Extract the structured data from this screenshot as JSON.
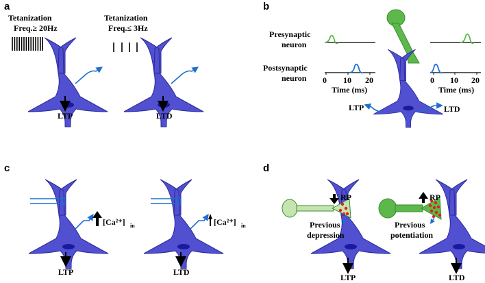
{
  "colors": {
    "neuron_fill": "#5050d0",
    "neuron_stroke": "#2a2a9a",
    "nucleus": "#1a1aa0",
    "axon_blue": "#1e6fd0",
    "syn_green": "#5cb84a",
    "syn_green_dark": "#3c8e32",
    "syn_green_light": "#c6e4b0",
    "dot_red": "#e02020"
  },
  "panels": {
    "a": {
      "label": "a",
      "left_title_1": "Tetanization",
      "left_title_2": "Freq.≥ 20Hz",
      "right_title_1": "Tetanization",
      "right_title_2": "Freq.≤ 3Hz",
      "left_result": "LTP",
      "right_result": "LTD"
    },
    "b": {
      "label": "b",
      "pre_label_1": "Presynaptic",
      "pre_label_2": "neuron",
      "post_label_1": "Postsynaptic",
      "post_label_2": "neuron",
      "time_axis_label": "Time (ms)",
      "ticks_left": [
        "0",
        "10",
        "20"
      ],
      "ticks_right": [
        "0",
        "10",
        "20"
      ],
      "left_result": "LTP",
      "right_result": "LTD"
    },
    "c": {
      "label": "c",
      "ca_label": "[Ca²⁺]",
      "ca_sub": "in",
      "left_result": "LTP",
      "right_result": "LTD"
    },
    "d": {
      "label": "d",
      "rp_label": "RP",
      "left_caption_1": "Previous",
      "left_caption_2": "depression",
      "right_caption_1": "Previous",
      "right_caption_2": "potentiation",
      "left_result": "LTP",
      "right_result": "LTD"
    }
  }
}
